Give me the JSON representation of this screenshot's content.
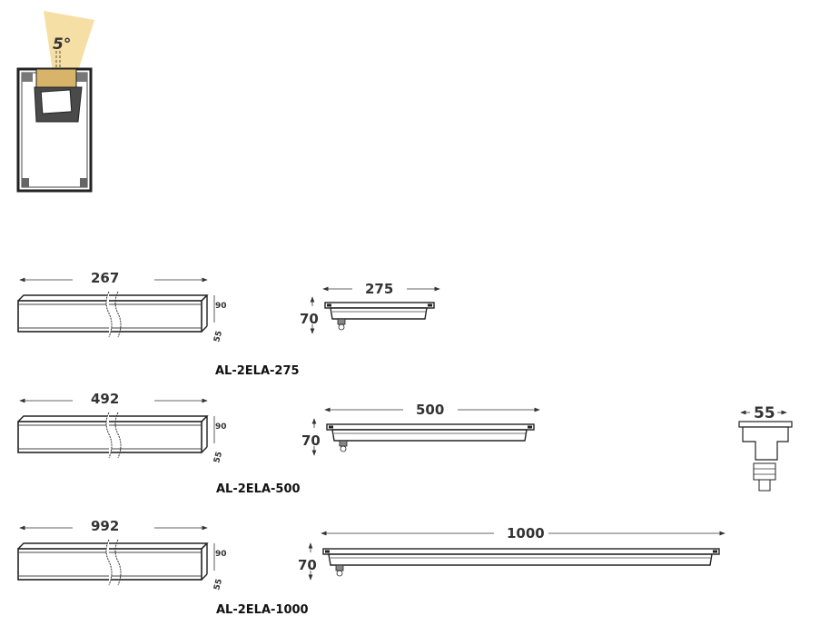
{
  "beam_angle": "5°",
  "rows": [
    {
      "model": "AL-2ELA-275",
      "length_dim": "267",
      "height_dim": "90",
      "width_dim": "55",
      "fixture_len": "275",
      "fixture_h": "70"
    },
    {
      "model": "AL-2ELA-500",
      "length_dim": "492",
      "height_dim": "90",
      "width_dim": "55",
      "fixture_len": "500",
      "fixture_h": "70"
    },
    {
      "model": "AL-2ELA-1000",
      "length_dim": "992",
      "height_dim": "90",
      "width_dim": "55",
      "fixture_len": "1000",
      "fixture_h": "70"
    }
  ],
  "end_view": {
    "width_dim": "55"
  },
  "colors": {
    "beam": "#f5dc9a",
    "line": "#222222",
    "fill_dark": "#555555",
    "fill_tan": "#e8c98a"
  }
}
